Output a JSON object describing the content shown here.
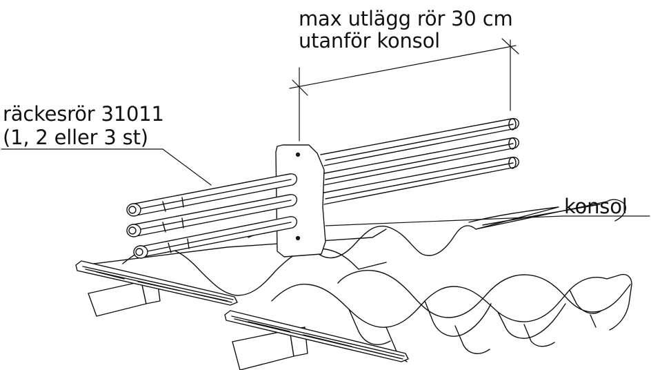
{
  "labels": {
    "rail_line1": "räckesrör  31011",
    "rail_line2": "(1, 2 eller 3 st)",
    "max_line1": "max utlägg rör 30 cm",
    "max_line2": "utanför konsol",
    "bracket": "konsol"
  },
  "colors": {
    "ink": "#111111",
    "paper": "#ffffff",
    "wood": "#ffffff"
  }
}
